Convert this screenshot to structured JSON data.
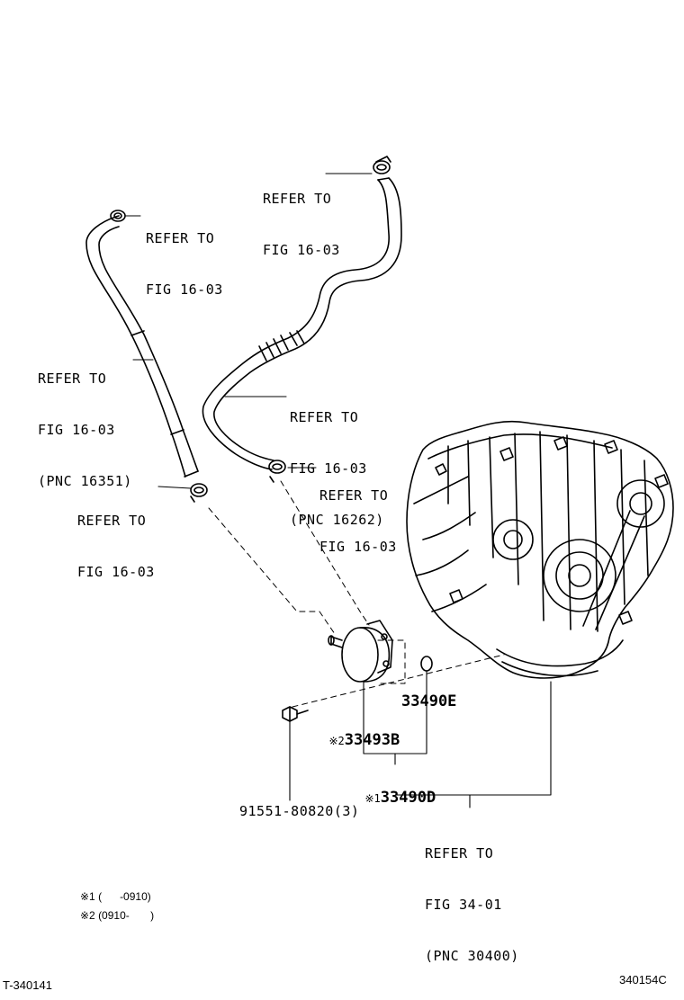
{
  "refs": {
    "hose_top_right": [
      "REFER TO",
      "FIG 16-03"
    ],
    "hose_top_left": [
      "REFER TO",
      "FIG 16-03"
    ],
    "hose_left_pnc": [
      "REFER TO",
      "FIG 16-03",
      "(PNC 16351)"
    ],
    "hose_mid_pnc": [
      "REFER TO",
      "FIG 16-03",
      "(PNC 16262)"
    ],
    "clamp_right": [
      "REFER TO",
      "FIG 16-03"
    ],
    "clamp_left": [
      "REFER TO",
      "FIG 16-03"
    ],
    "transaxle": [
      "REFER TO",
      "FIG 34-01",
      "(PNC 30400)"
    ]
  },
  "parts": {
    "p33490E": "33490E",
    "p33493B_mark": "※2",
    "p33493B": "33493B",
    "p33490D_mark": "※1",
    "p33490D": "33490D",
    "bolt": "91551-80820(3)"
  },
  "notes": {
    "n1": "※1 (      -0910)",
    "n2": "※2 (0910-       )"
  },
  "footer": {
    "left_code": "T-340141",
    "right_code": "340154C"
  }
}
